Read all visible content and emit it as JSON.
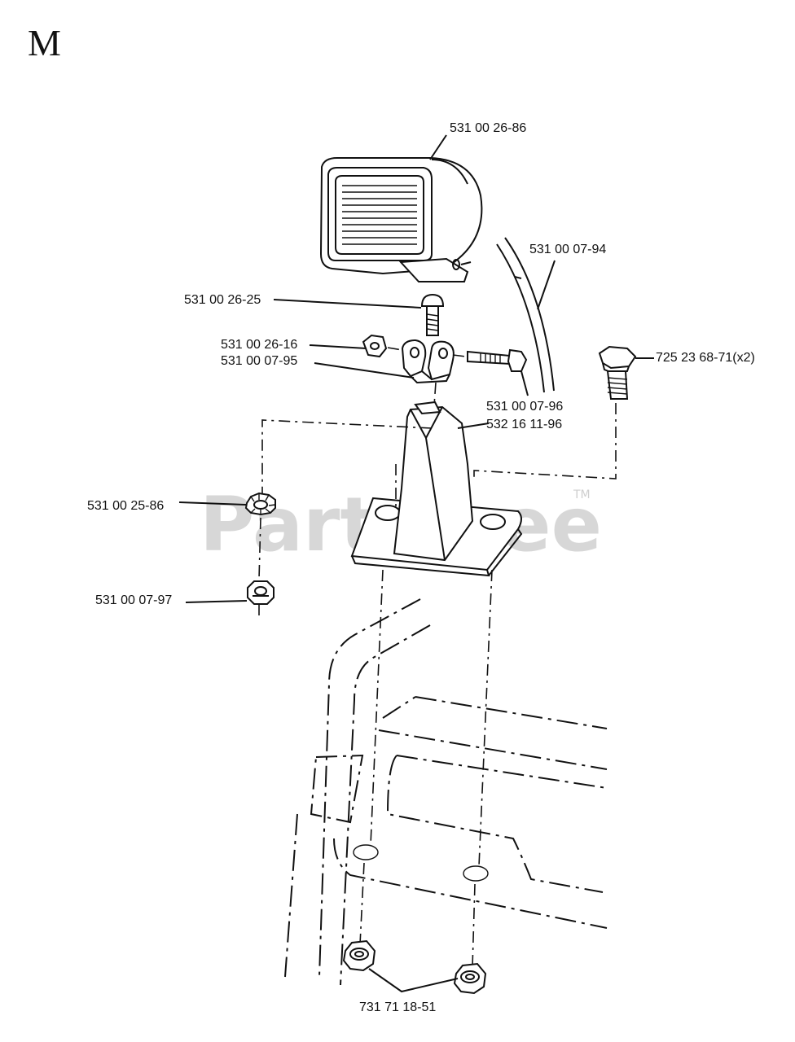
{
  "section_letter": "M",
  "watermark": {
    "text": "PartsTree",
    "trademark": "TM"
  },
  "callouts": {
    "work_light": "531 00 26-86",
    "wire": "531 00 07-94",
    "carriage_bolt": "531 00 26-25",
    "nut_small": "531 00 26-16",
    "bracket": "531 00 07-95",
    "bolt_long": "531 00 07-96",
    "mount_post": "532 16 11-96",
    "hex_bolt": "725 23 68-71(x2)",
    "lock_washer": "531 00 25-86",
    "lock_nut": "531 00 07-97",
    "flange_nuts": "731 71 18-51"
  }
}
